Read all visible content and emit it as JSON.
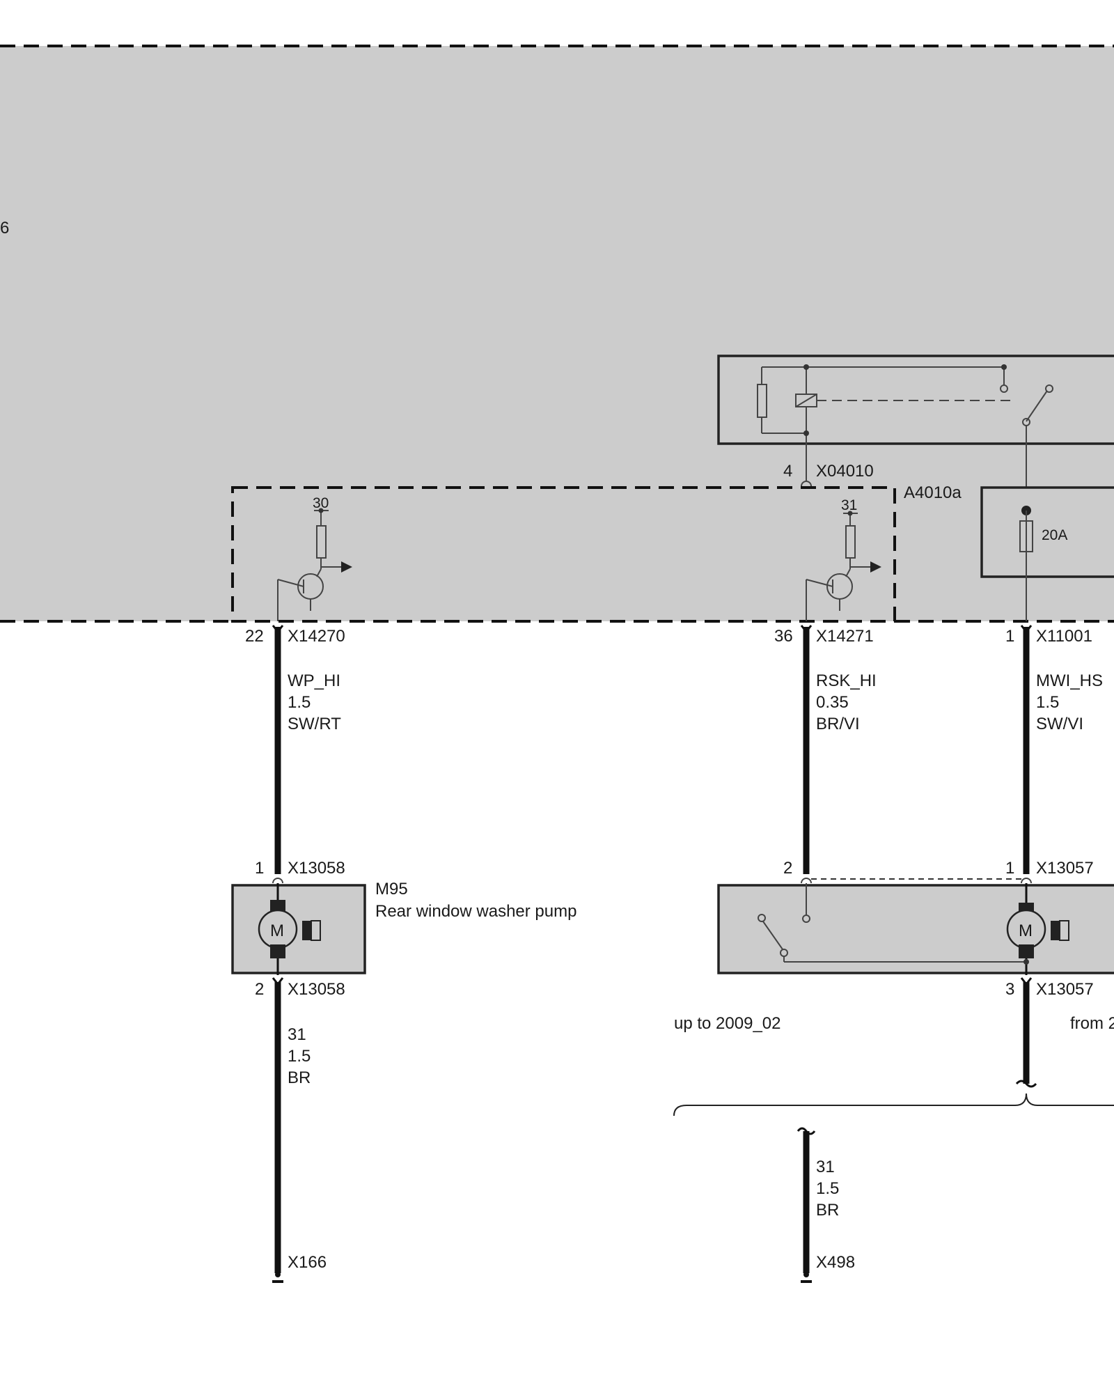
{
  "module_edge_label": "6",
  "relay": {
    "connector_pin": "4",
    "connector": "X04010"
  },
  "unit": {
    "name": "A4010a"
  },
  "fuse": {
    "rating": "20A"
  },
  "left_branch": {
    "driver_supply": "30",
    "top_pin": "22",
    "top_connector": "X14270",
    "wire1_signal": "WP_HI",
    "wire1_size": "1.5",
    "wire1_color": "SW/RT",
    "pump_pin_top": "1",
    "pump_conn_top": "X13058",
    "pump_id": "M95",
    "pump_desc": "Rear window washer pump",
    "pump_pin_bottom": "2",
    "pump_conn_bottom": "X13058",
    "wire2_signal": "31",
    "wire2_size": "1.5",
    "wire2_color": "BR",
    "ground": "X166"
  },
  "middle_branch": {
    "driver_supply": "31",
    "top_pin": "36",
    "top_connector": "X14271",
    "wire_signal": "RSK_HI",
    "wire_size": "0.35",
    "wire_color": "BR/VI",
    "bottom_pin": "2"
  },
  "right_branch": {
    "top_pin": "1",
    "top_connector": "X11001",
    "wire_signal": "MWI_HS",
    "wire_size": "1.5",
    "wire_color": "SW/VI",
    "pump_pin_top": "1",
    "pump_conn_top": "X13057",
    "pump_pin_bottom": "3",
    "pump_conn_bottom": "X13057"
  },
  "variants": {
    "left": "up to 2009_02",
    "right": "from 2"
  },
  "ground_branch": {
    "wire_signal": "31",
    "wire_size": "1.5",
    "wire_color": "BR",
    "ground": "X498"
  },
  "colors": {
    "module_fill": "#cccccc",
    "wire": "#111111"
  }
}
